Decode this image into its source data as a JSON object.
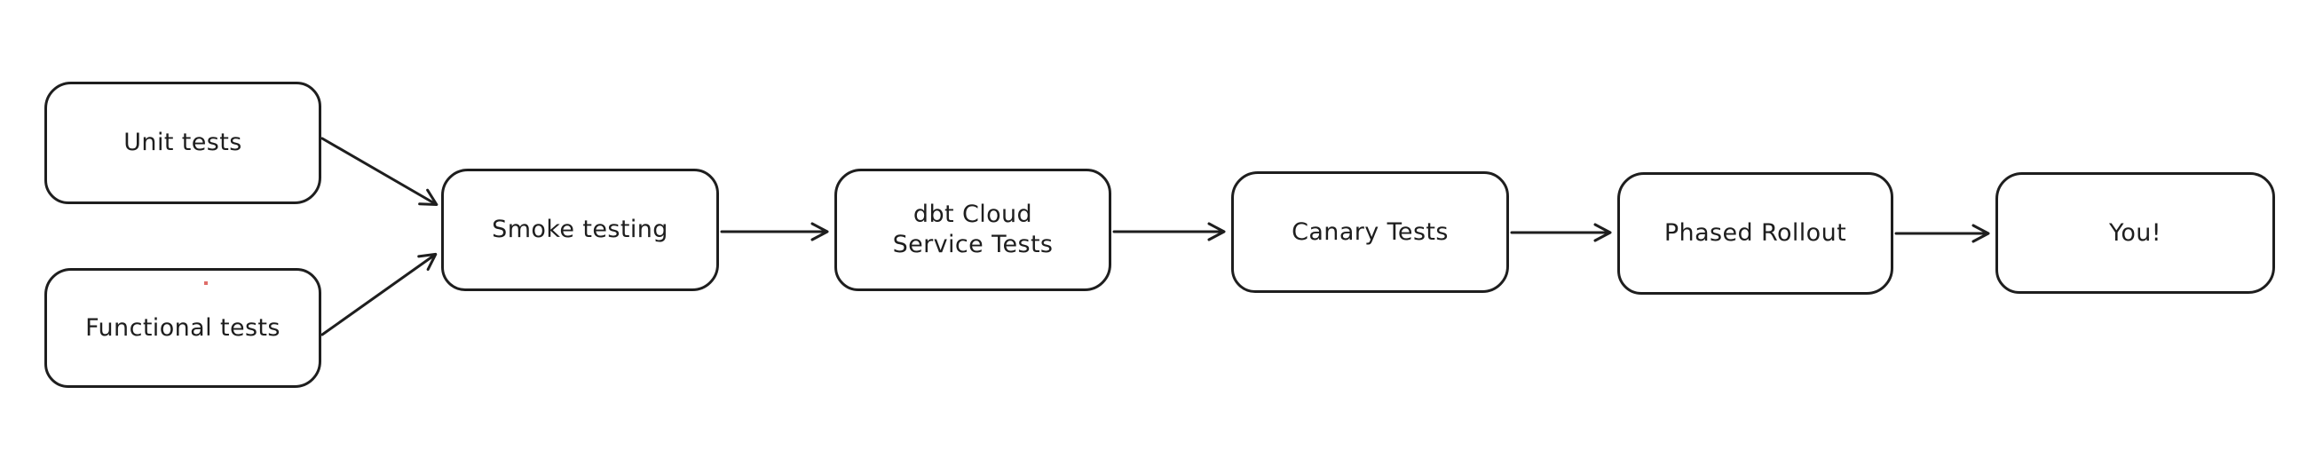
{
  "diagram": {
    "type": "flowchart",
    "background_color": "#ffffff",
    "stroke_color": "#1e1e1e",
    "nodes": [
      {
        "id": "unit-tests",
        "label": "Unit tests"
      },
      {
        "id": "functional-tests",
        "label": "Functional tests"
      },
      {
        "id": "smoke-testing",
        "label": "Smoke testing"
      },
      {
        "id": "dbt-cloud-service-tests",
        "label_line1": "dbt Cloud",
        "label_line2": "Service Tests"
      },
      {
        "id": "canary-tests",
        "label": "Canary Tests"
      },
      {
        "id": "phased-rollout",
        "label": "Phased Rollout"
      },
      {
        "id": "you",
        "label": "You!"
      }
    ],
    "edges": [
      {
        "from": "unit-tests",
        "to": "smoke-testing"
      },
      {
        "from": "functional-tests",
        "to": "smoke-testing"
      },
      {
        "from": "smoke-testing",
        "to": "dbt-cloud-service-tests"
      },
      {
        "from": "dbt-cloud-service-tests",
        "to": "canary-tests"
      },
      {
        "from": "canary-tests",
        "to": "phased-rollout"
      },
      {
        "from": "phased-rollout",
        "to": "you"
      }
    ]
  }
}
